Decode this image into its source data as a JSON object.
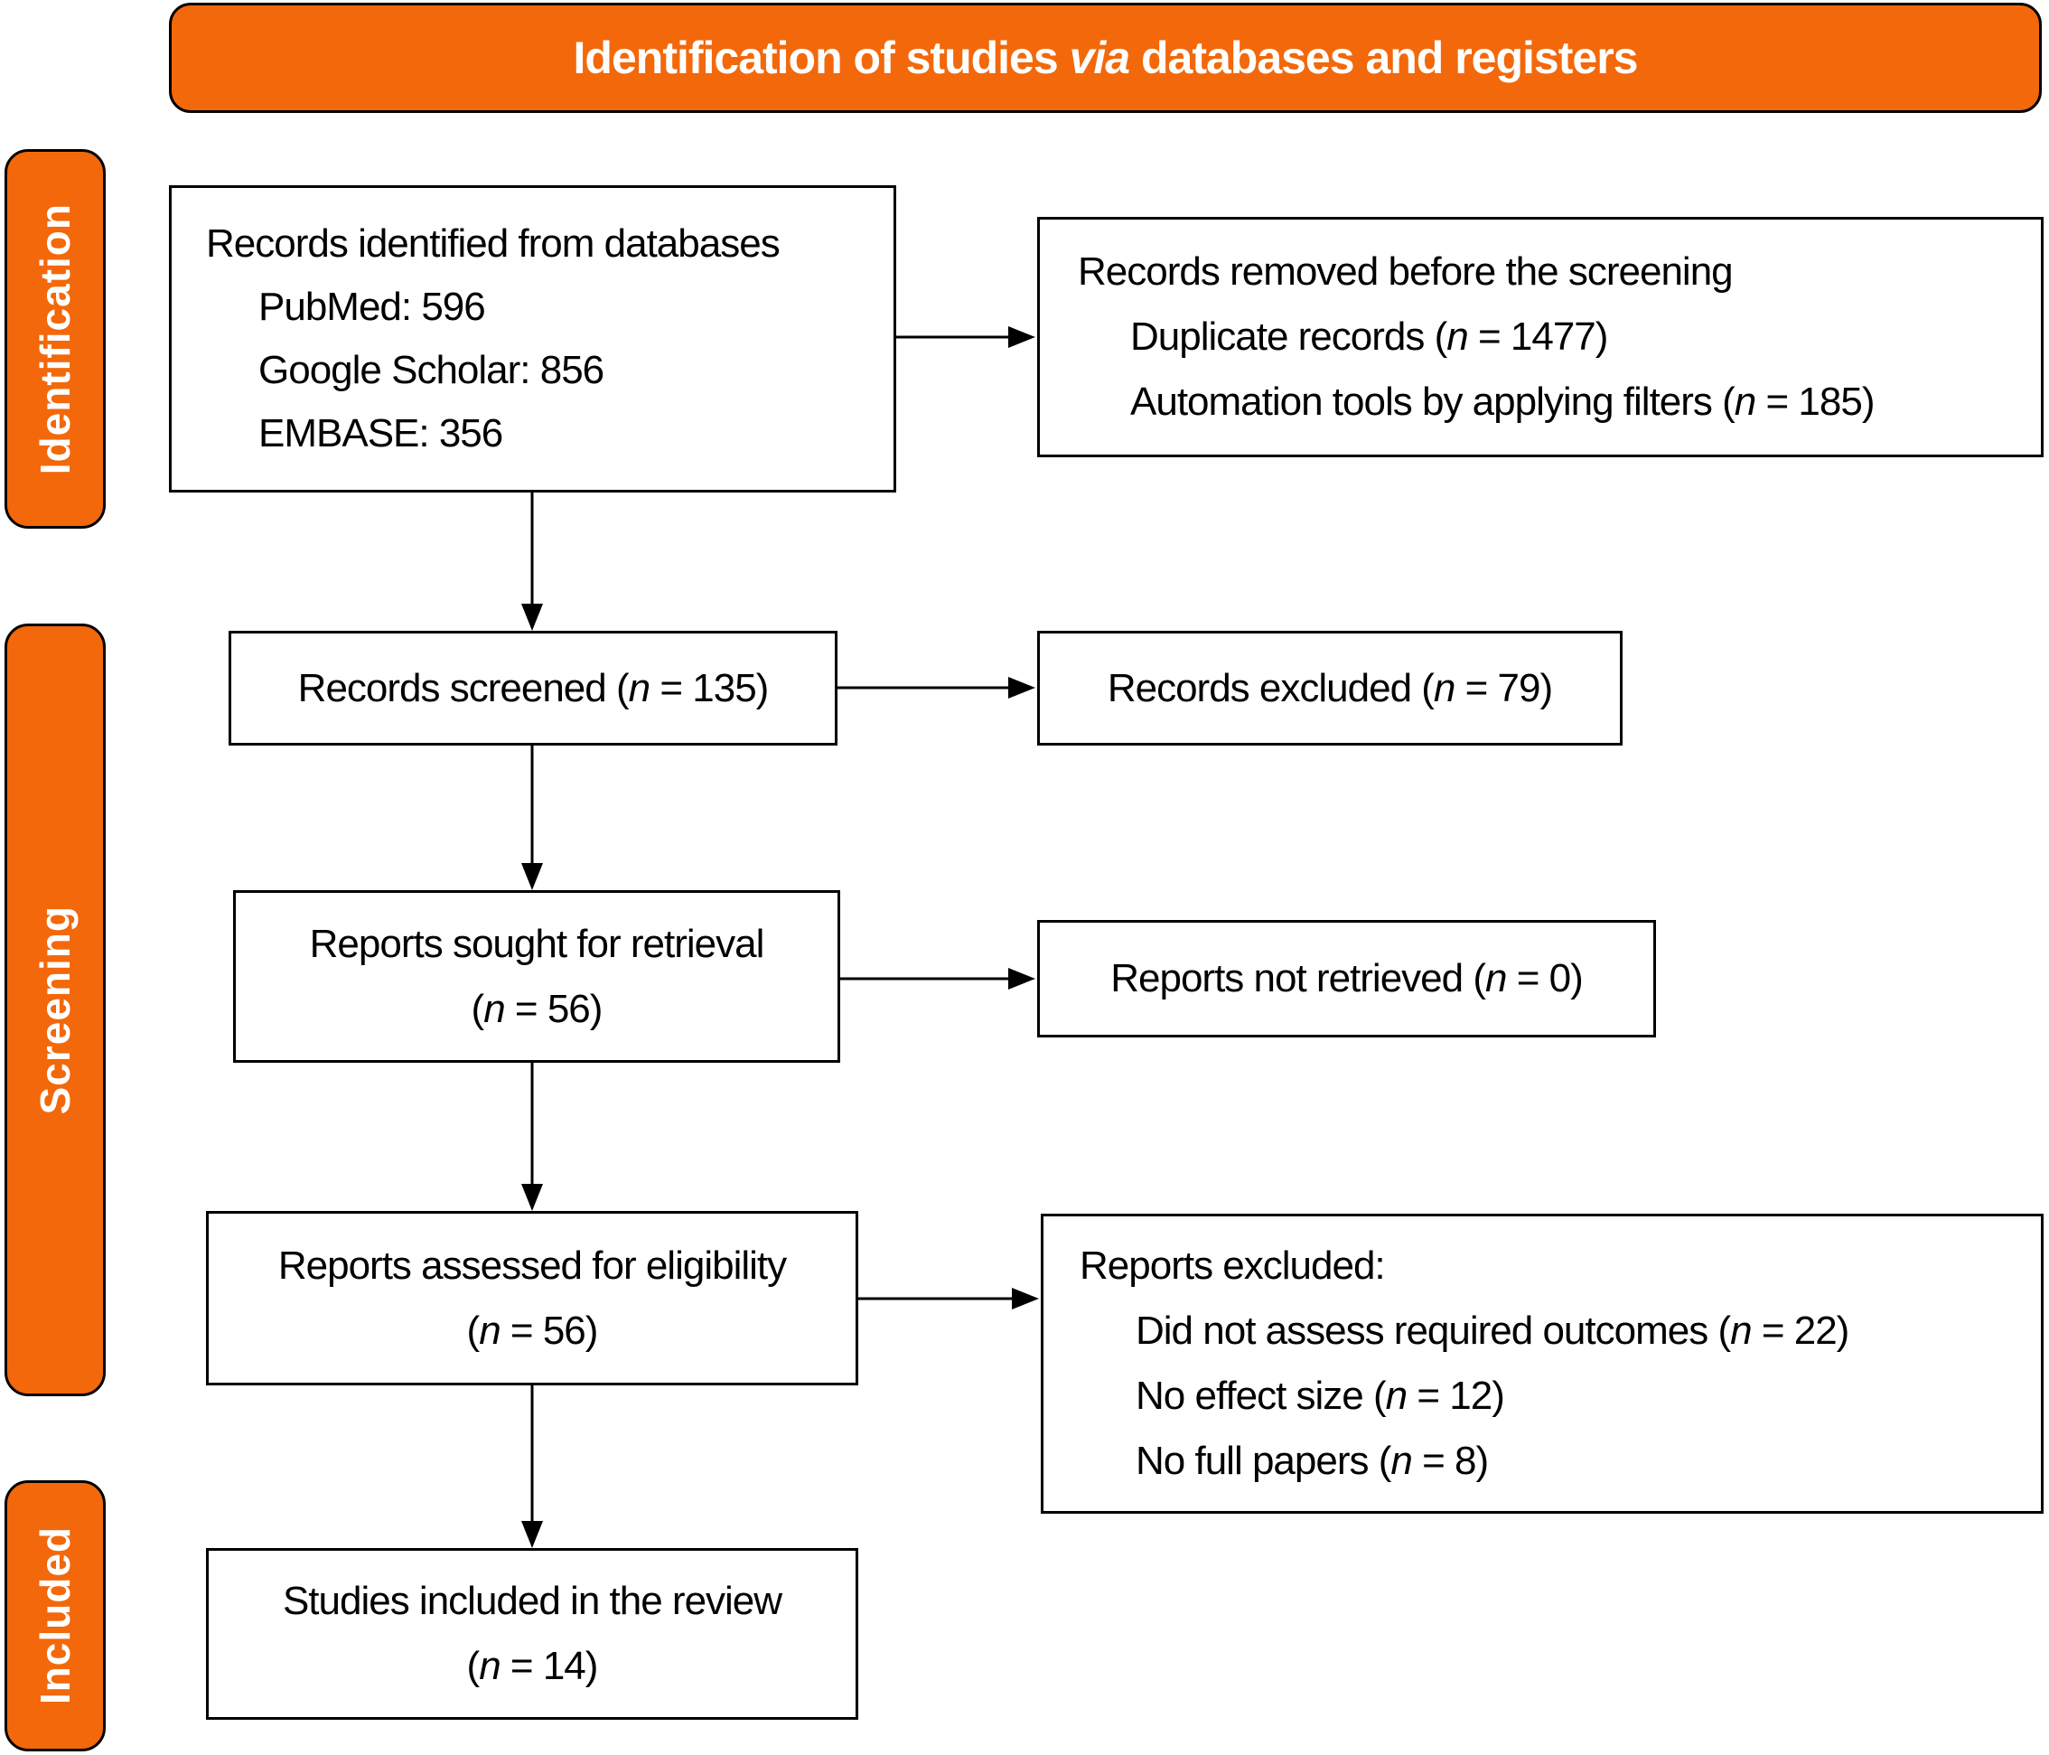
{
  "colors": {
    "accent_orange": "#F3680A",
    "box_border": "#000000",
    "box_background": "#FFFFFF",
    "label_text": "#FFFFFF",
    "body_text": "#000000"
  },
  "header": {
    "title": "Identification of studies via databases and registers"
  },
  "stages": {
    "identification": "Identification",
    "screening": "Screening",
    "included": "Included"
  },
  "boxes": {
    "identified": {
      "lines": [
        "Records identified from databases",
        "PubMed: 596",
        "Google Scholar: 856",
        "EMBASE: 356"
      ]
    },
    "removed": {
      "lines": [
        "Records removed before the screening",
        "Duplicate records (n = 1477)",
        "Automation tools by applying filters (n = 185)"
      ]
    },
    "screened": {
      "lines": [
        "Records screened (n = 135)"
      ]
    },
    "excluded_records": {
      "lines": [
        "Records excluded (n = 79)"
      ]
    },
    "sought": {
      "lines": [
        "Reports sought for retrieval",
        "(n = 56)"
      ]
    },
    "not_retrieved": {
      "lines": [
        "Reports not retrieved (n = 0)"
      ]
    },
    "assessed": {
      "lines": [
        "Reports assessed for eligibility",
        "(n = 56)"
      ]
    },
    "reports_excluded": {
      "lines": [
        "Reports excluded:",
        "Did not assess required outcomes (n = 22)",
        "No effect size (n = 12)",
        "No full papers (n = 8)"
      ]
    },
    "included_studies": {
      "lines": [
        "Studies included in the review",
        "(n = 14)"
      ]
    }
  }
}
